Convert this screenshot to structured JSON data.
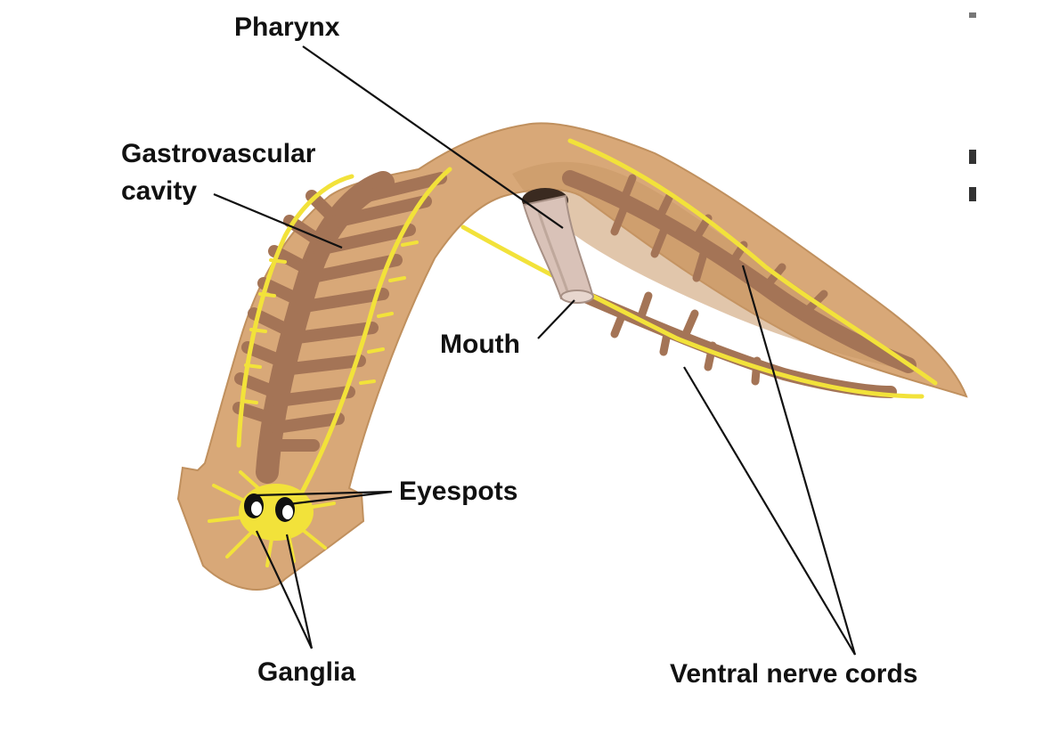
{
  "labels": {
    "pharynx": "Pharynx",
    "gastro_line1": "Gastrovascular",
    "gastro_line2": "cavity",
    "mouth": "Mouth",
    "eyespots": "Eyespots",
    "ganglia": "Ganglia",
    "nerve_cords": "Ventral nerve cords"
  },
  "colors": {
    "body_fill": "#d8a878",
    "body_outline": "#c0905e",
    "gut": "#a47456",
    "nerve": "#f2e23a",
    "pharynx": "#d9c2b8",
    "leader_line": "#111111"
  }
}
